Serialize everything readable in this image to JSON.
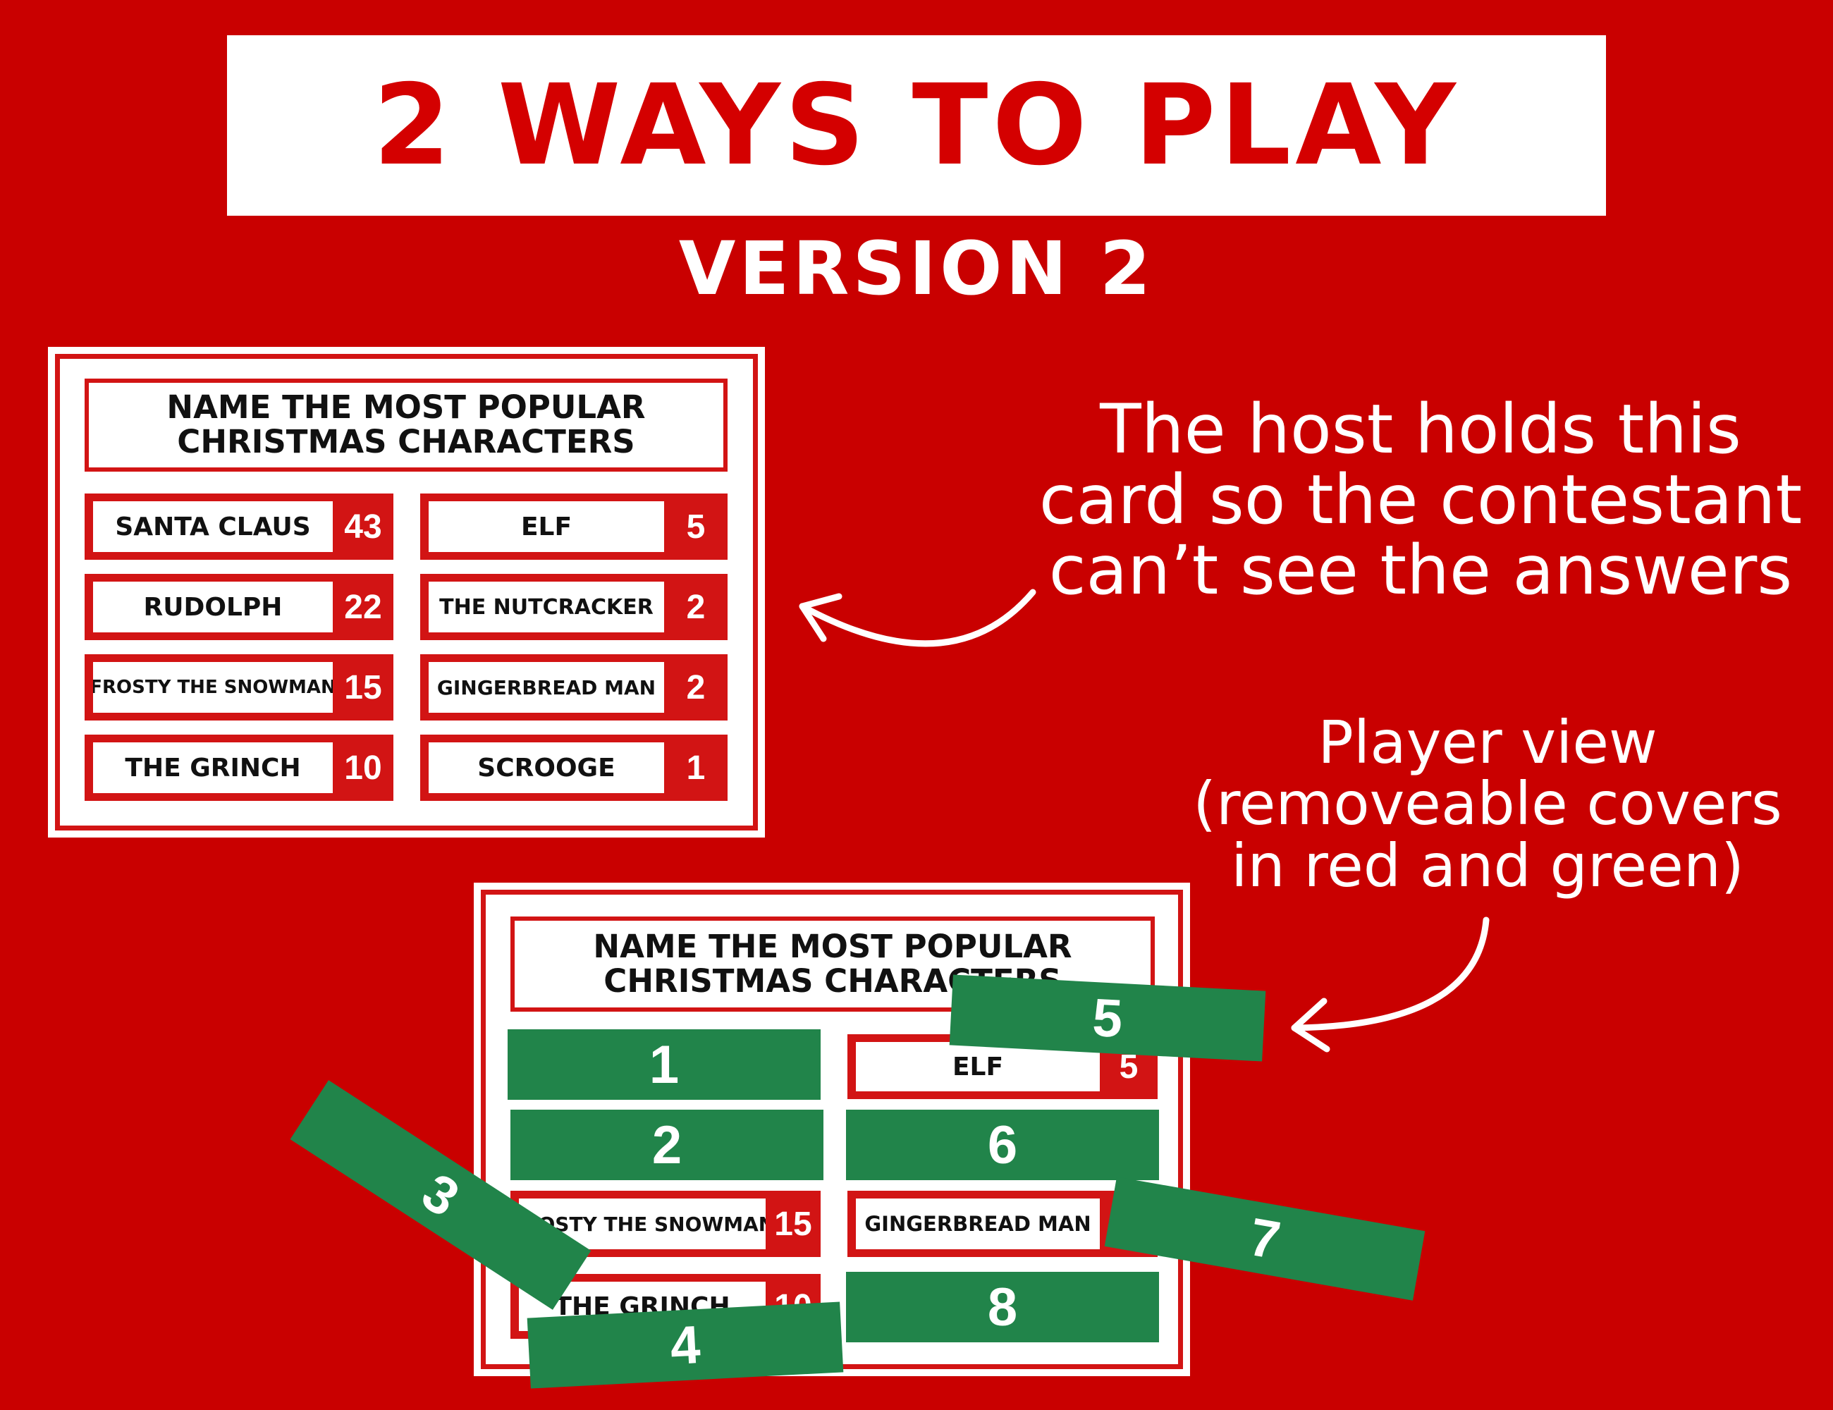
{
  "header": {
    "title": "2 WAYS TO PLAY",
    "subtitle": "VERSION 2"
  },
  "colors": {
    "background": "#c90000",
    "card_red": "#d21414",
    "cover_green": "#21844a",
    "white": "#ffffff"
  },
  "host_card": {
    "question": "NAME THE MOST POPULAR\nCHRISTMAS CHARACTERS",
    "answers": [
      {
        "name": "SANTA CLAUS",
        "points": "43"
      },
      {
        "name": "RUDOLPH",
        "points": "22"
      },
      {
        "name": "FROSTY THE SNOWMAN",
        "points": "15"
      },
      {
        "name": "THE GRINCH",
        "points": "10"
      },
      {
        "name": "ELF",
        "points": "5"
      },
      {
        "name": "THE NUTCRACKER",
        "points": "2"
      },
      {
        "name": "GINGERBREAD MAN",
        "points": "2"
      },
      {
        "name": "SCROOGE",
        "points": "1"
      }
    ]
  },
  "player_card": {
    "question": "NAME THE MOST POPULAR\nCHRISTMAS CHARACTERS",
    "visible_answers": [
      {
        "name": "ELF",
        "points": "5"
      },
      {
        "name": "FROSTY THE SNOWMAN",
        "points": "15"
      },
      {
        "name": "GINGERBREAD MAN",
        "points": ""
      },
      {
        "name": "THE GRINCH",
        "points": "10"
      }
    ],
    "covers": [
      "1",
      "2",
      "3",
      "4",
      "5",
      "6",
      "7",
      "8"
    ]
  },
  "annotations": {
    "host_note": "The host holds this\ncard so the contestant\ncan’t see the answers",
    "player_note": "Player view\n(removeable covers\nin red and green)"
  }
}
